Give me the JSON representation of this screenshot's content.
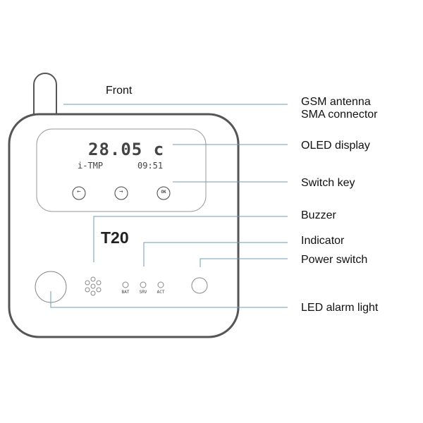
{
  "title": "Front",
  "device": {
    "model": "T20",
    "temperature": "28.05",
    "unit": "c",
    "mode": "i-TMP",
    "time": "09:51",
    "keys": [
      "←",
      "→",
      "OK"
    ],
    "indicators": [
      "BAT",
      "SRV",
      "ACT"
    ]
  },
  "labels": {
    "antenna_1": "GSM antenna",
    "antenna_2": "SMA connector",
    "oled": "OLED display",
    "switch_key": "Switch key",
    "buzzer": "Buzzer",
    "indicator": "Indicator",
    "power": "Power switch",
    "led": "LED alarm light"
  },
  "colors": {
    "leader": "#6f9bb3",
    "outline": "#555555"
  }
}
